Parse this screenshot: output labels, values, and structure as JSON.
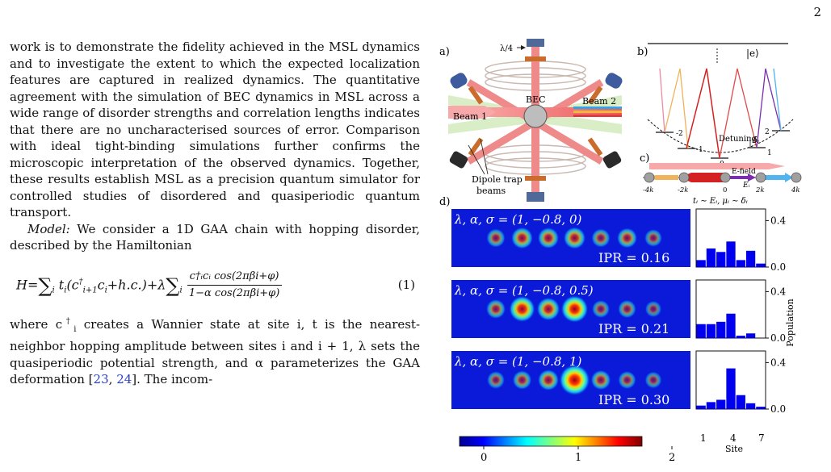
{
  "page_number": "2",
  "text": {
    "para1": "work is to demonstrate the fidelity achieved in the MSL dynamics and to investigate the extent to which the expected localization features are captured in realized dynamics. The quantitative agreement with the simulation of BEC dynamics in MSL across a wide range of disorder strengths and correlation lengths indicates that there are no uncharacterised sources of error. Comparison with ideal tight-binding simulations further confirms the microscopic interpretation of the observed dynamics. Together, these results establish MSL as a precision quantum simulator for controlled studies of disordered and quasiperiodic quantum transport.",
    "model_label": "Model:",
    "para2": " We consider a 1D GAA chain with hopping disorder, described by the Hamiltonian",
    "eq_lhs": "H=",
    "eq_sum": "∑",
    "eq_sub_i": "i",
    "eq_term1": "t",
    "eq_term1_rest": "(c",
    "eq_term1_rest2": "c",
    "eq_hc": "+h.c.)+λ",
    "eq_frac_num": "c†ᵢcᵢ cos(2πβi+φ)",
    "eq_frac_den": "1−α cos(2πβi+φ)",
    "eq_number": "(1)",
    "para3_a": "where c",
    "para3_b": " creates a Wannier state at site i, t",
    "para3_c": " is the nearest-neighbor hopping amplitude between sites i and i + 1, λ sets the quasiperiodic potential strength, and α parameterizes the GAA deformation [",
    "ref1": "23",
    "comma": ", ",
    "ref2": "24",
    "para3_d": "]. The incom-"
  },
  "figure": {
    "panel_a": {
      "label": "a)",
      "lambda4": "λ/4",
      "bec": "BEC",
      "beam1": "Beam 1",
      "beam2": "Beam 2",
      "dipole1": "Dipole trap",
      "dipole2": "beams"
    },
    "panel_b": {
      "label": "b)",
      "excited": "|e⟩",
      "levels": [
        "-2",
        "-1",
        "0",
        "1",
        "2"
      ],
      "detuning": "Detuning",
      "delta": "δᵢ"
    },
    "panel_c": {
      "label": "c)",
      "efield": "E-field",
      "ei": "Eᵢ",
      "sites": [
        "-4k",
        "-2k",
        "0",
        "2k",
        "4k"
      ],
      "relation": "tᵢ ∼ Eᵢ, μᵢ ∼ δᵢ"
    },
    "panel_d": {
      "label": "d)",
      "ylabel": "Population",
      "xlabel": "Site",
      "xticks": [
        "1",
        "4",
        "7"
      ],
      "yticks": [
        "0.0",
        "0.4"
      ],
      "colorbar_ticks": [
        "0",
        "1",
        "2"
      ],
      "rows": [
        {
          "params": "λ, α, σ = (1, −0.8, 0)",
          "ipr": "IPR = 0.16",
          "amps": [
            0.42,
            0.78,
            0.72,
            0.82,
            0.42,
            0.6,
            0.28
          ]
        },
        {
          "params": "λ, α, σ = (1, −0.8, 0.5)",
          "ipr": "IPR = 0.21",
          "amps": [
            0.5,
            1.3,
            0.95,
            1.45,
            0.3,
            0.35,
            0.12
          ]
        },
        {
          "params": "λ, α, σ = (1, −0.8, 1)",
          "ipr": "IPR = 0.30",
          "amps": [
            0.28,
            0.45,
            0.7,
            1.9,
            0.55,
            0.32,
            0.18
          ]
        }
      ]
    }
  },
  "chart_data": [
    {
      "type": "bar",
      "categories": [
        "1",
        "2",
        "3",
        "4",
        "5",
        "6",
        "7"
      ],
      "values": [
        0.06,
        0.16,
        0.13,
        0.22,
        0.06,
        0.14,
        0.03
      ],
      "xlabel": "Site",
      "ylabel": "Population",
      "ylim": [
        0,
        0.5
      ]
    },
    {
      "type": "bar",
      "categories": [
        "1",
        "2",
        "3",
        "4",
        "5",
        "6",
        "7"
      ],
      "values": [
        0.12,
        0.12,
        0.14,
        0.21,
        0.02,
        0.04,
        0.0
      ],
      "xlabel": "Site",
      "ylabel": "Population",
      "ylim": [
        0,
        0.5
      ]
    },
    {
      "type": "bar",
      "categories": [
        "1",
        "2",
        "3",
        "4",
        "5",
        "6",
        "7"
      ],
      "values": [
        0.03,
        0.06,
        0.08,
        0.35,
        0.12,
        0.05,
        0.02
      ],
      "xlabel": "Site",
      "ylabel": "Population",
      "ylim": [
        0,
        0.5
      ]
    }
  ]
}
